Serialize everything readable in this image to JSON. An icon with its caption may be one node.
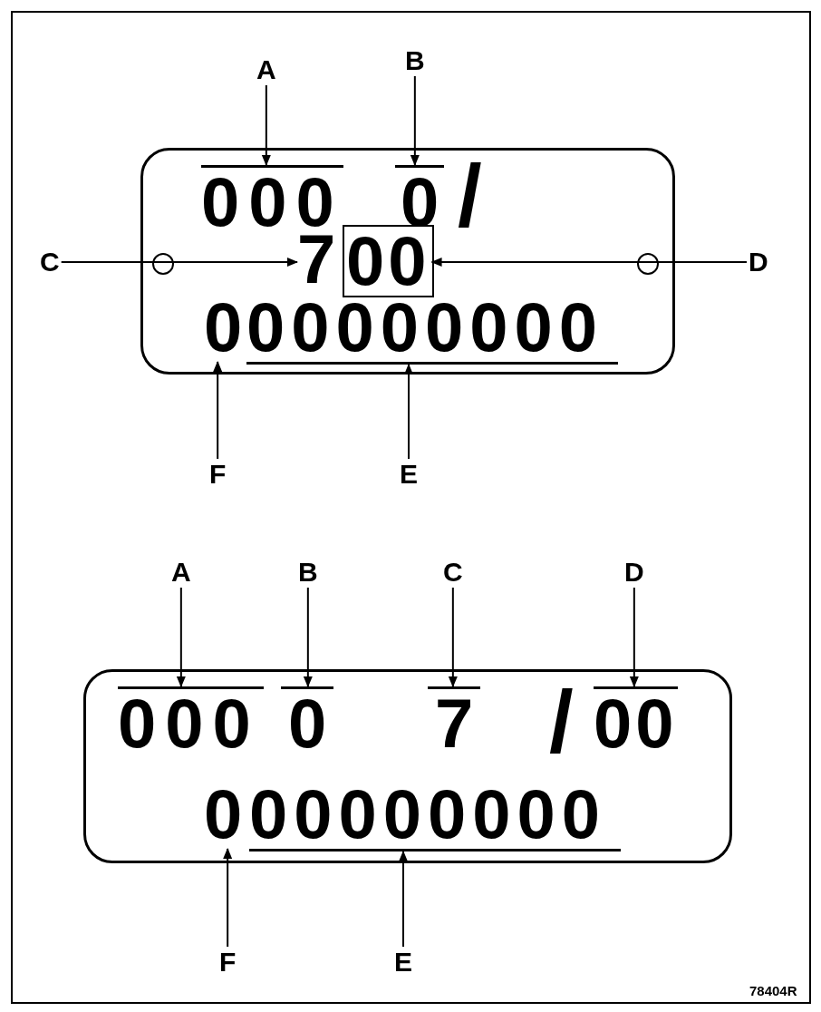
{
  "diagram": {
    "nodes": [
      {
        "text": [],
        "shape": "box"
      },
      {
        "text": [
          "000"
        ],
        "in": 0
      },
      {
        "text": [
          "0"
        ],
        "in": 0
      },
      {
        "text": [
          "7"
        ],
        "in": 0
      },
      {
        "text": [
          "00"
        ],
        "in": 0
      },
      {
        "text": [
          "0"
        ],
        "in": 0
      },
      {
        "text": [
          "00000000"
        ],
        "in": 0
      },
      {
        "text": [
          "A"
        ]
      },
      {
        "text": [
          "B"
        ]
      },
      {
        "text": [
          "C"
        ]
      },
      {
        "text": [
          "D"
        ]
      },
      {
        "text": [
          "F"
        ]
      },
      {
        "text": [
          "E"
        ]
      },
      {
        "text": [],
        "shape": "box"
      },
      {
        "text": [
          "000"
        ],
        "in": 13
      },
      {
        "text": [
          "0"
        ],
        "in": 13
      },
      {
        "text": [
          "7"
        ],
        "in": 13
      },
      {
        "text": [
          "00"
        ],
        "in": 13
      },
      {
        "text": [
          "0"
        ],
        "in": 13
      },
      {
        "text": [
          "00000000"
        ],
        "in": 13
      },
      {
        "text": [
          "A"
        ]
      },
      {
        "text": [
          "B"
        ]
      },
      {
        "text": [
          "C"
        ]
      },
      {
        "text": [
          "D"
        ]
      },
      {
        "text": [
          "F"
        ]
      },
      {
        "text": [
          "E"
        ]
      }
    ],
    "edges": [
      {
        "from": 7,
        "to": 1,
        "arrow": "to"
      },
      {
        "from": 8,
        "to": 2,
        "arrow": "to"
      },
      {
        "from": 9,
        "to": 3,
        "arrow": "to"
      },
      {
        "from": 10,
        "to": 4,
        "arrow": "to"
      },
      {
        "from": 11,
        "to": 5,
        "arrow": "to"
      },
      {
        "from": 12,
        "to": 6,
        "arrow": "to"
      },
      {
        "from": 20,
        "to": 14,
        "arrow": "to"
      },
      {
        "from": 21,
        "to": 15,
        "arrow": "to"
      },
      {
        "from": 22,
        "to": 16,
        "arrow": "to"
      },
      {
        "from": 23,
        "to": 17,
        "arrow": "to"
      },
      {
        "from": 24,
        "to": 18,
        "arrow": "to"
      },
      {
        "from": 25,
        "to": 19,
        "arrow": "to"
      }
    ],
    "labels": [
      "/",
      "/",
      "78404R"
    ]
  }
}
